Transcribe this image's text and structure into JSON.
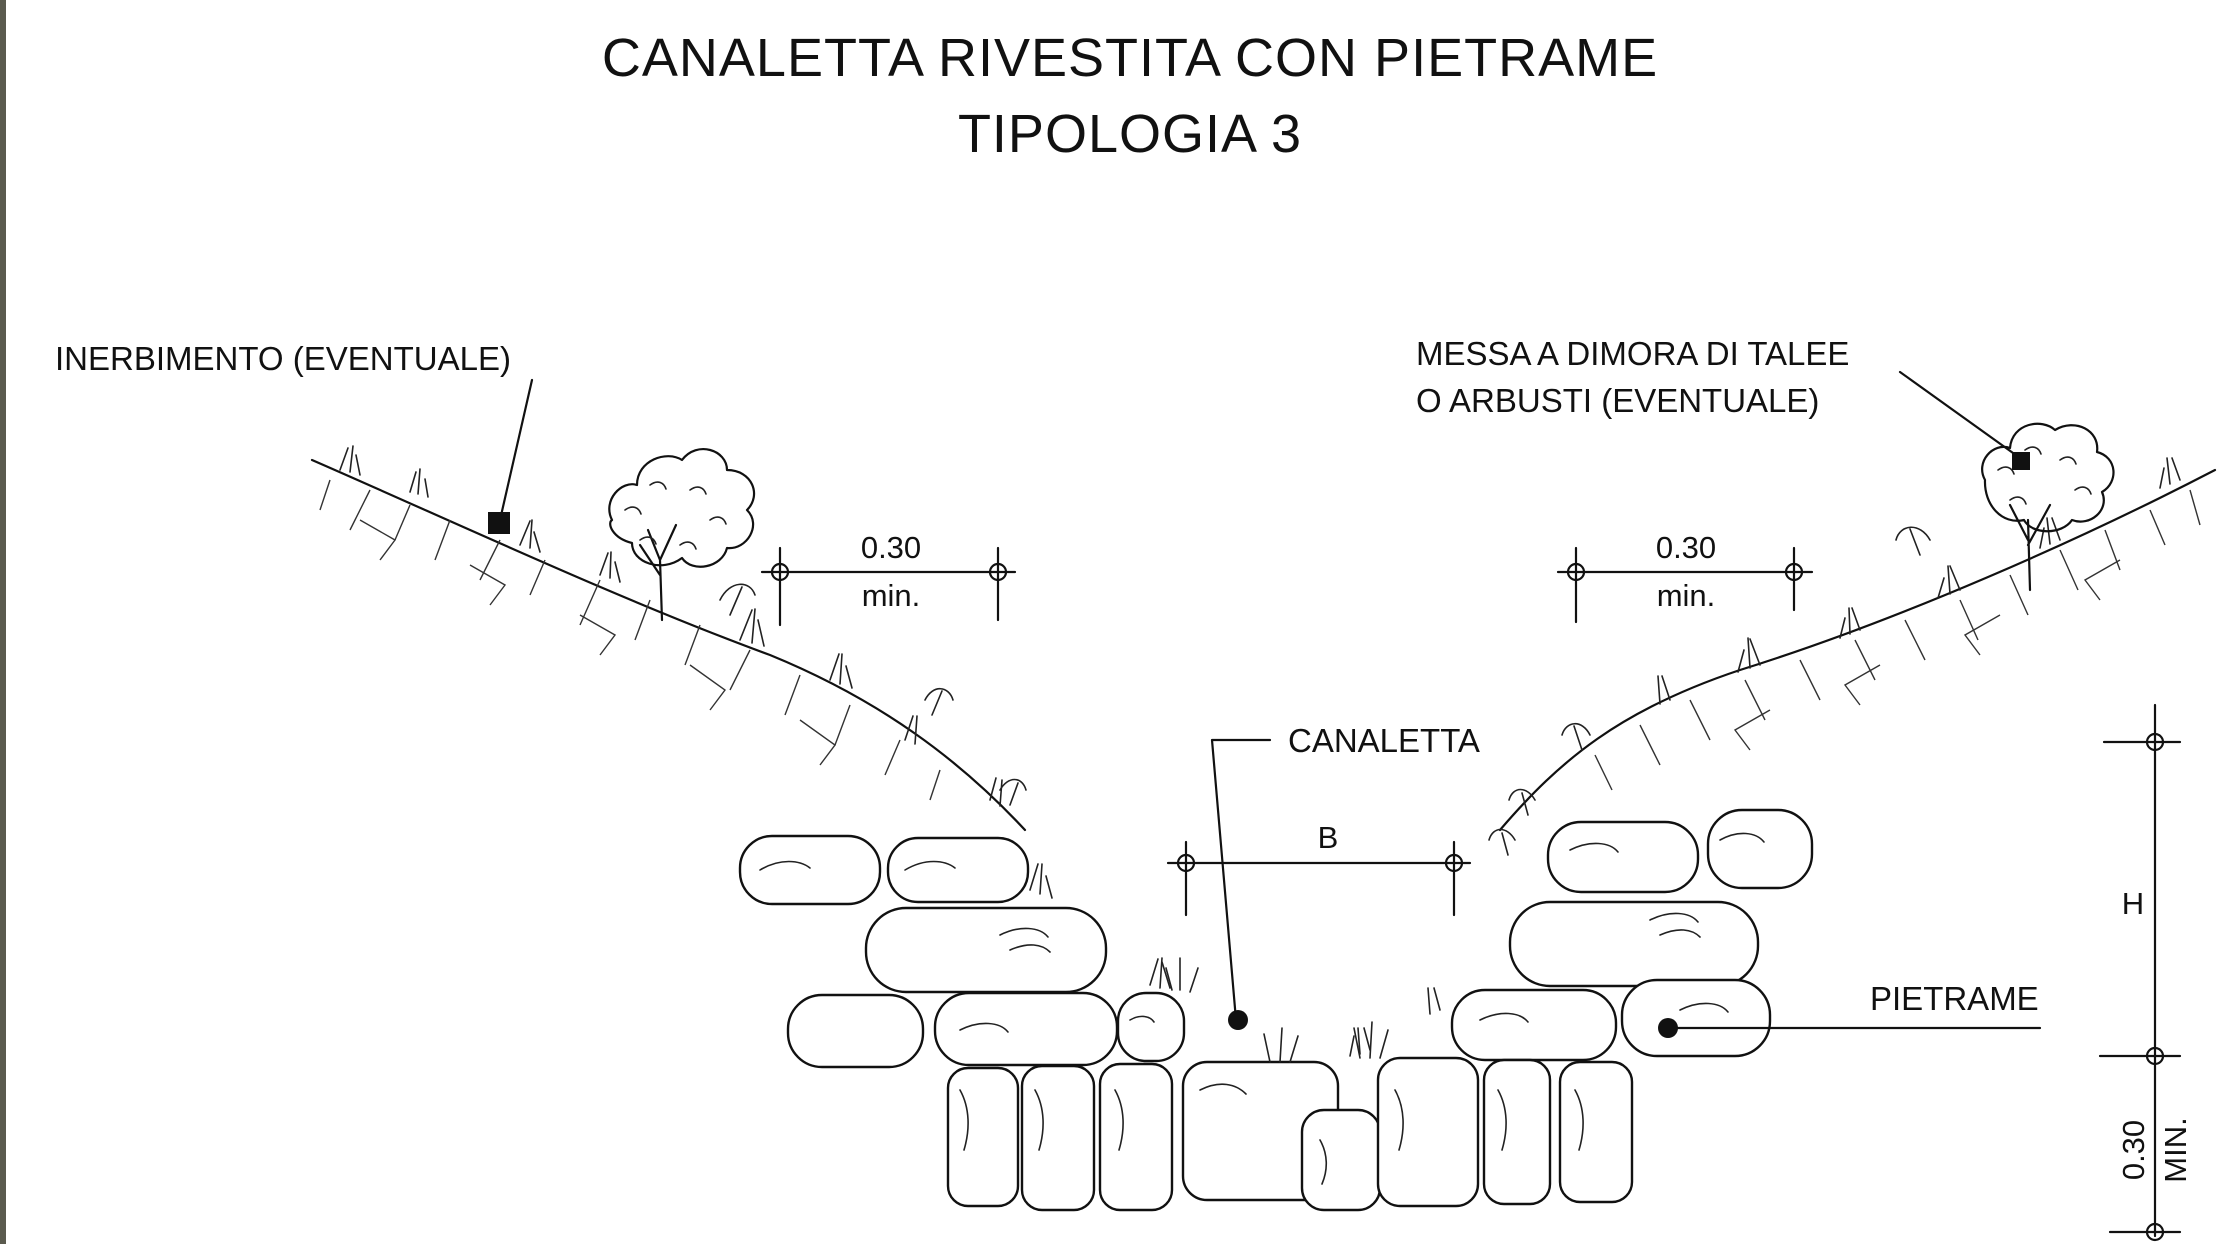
{
  "title": {
    "line1": "CANALETTA RIVESTITA CON PIETRAME",
    "line2": "TIPOLOGIA 3"
  },
  "labels": {
    "left_grass": "INERBIMENTO (EVENTUALE)",
    "right_planting_line1": "MESSA A DIMORA DI TALEE",
    "right_planting_line2": "O ARBUSTI (EVENTUALE)",
    "channel": "CANALETTA",
    "stones": "PIETRAME"
  },
  "dimensions": {
    "left_width_value": "0.30",
    "left_width_note": "min.",
    "right_width_value": "0.30",
    "right_width_note": "min.",
    "channel_width": "B",
    "height": "H",
    "base_value": "0.30",
    "base_note": "MIN."
  }
}
